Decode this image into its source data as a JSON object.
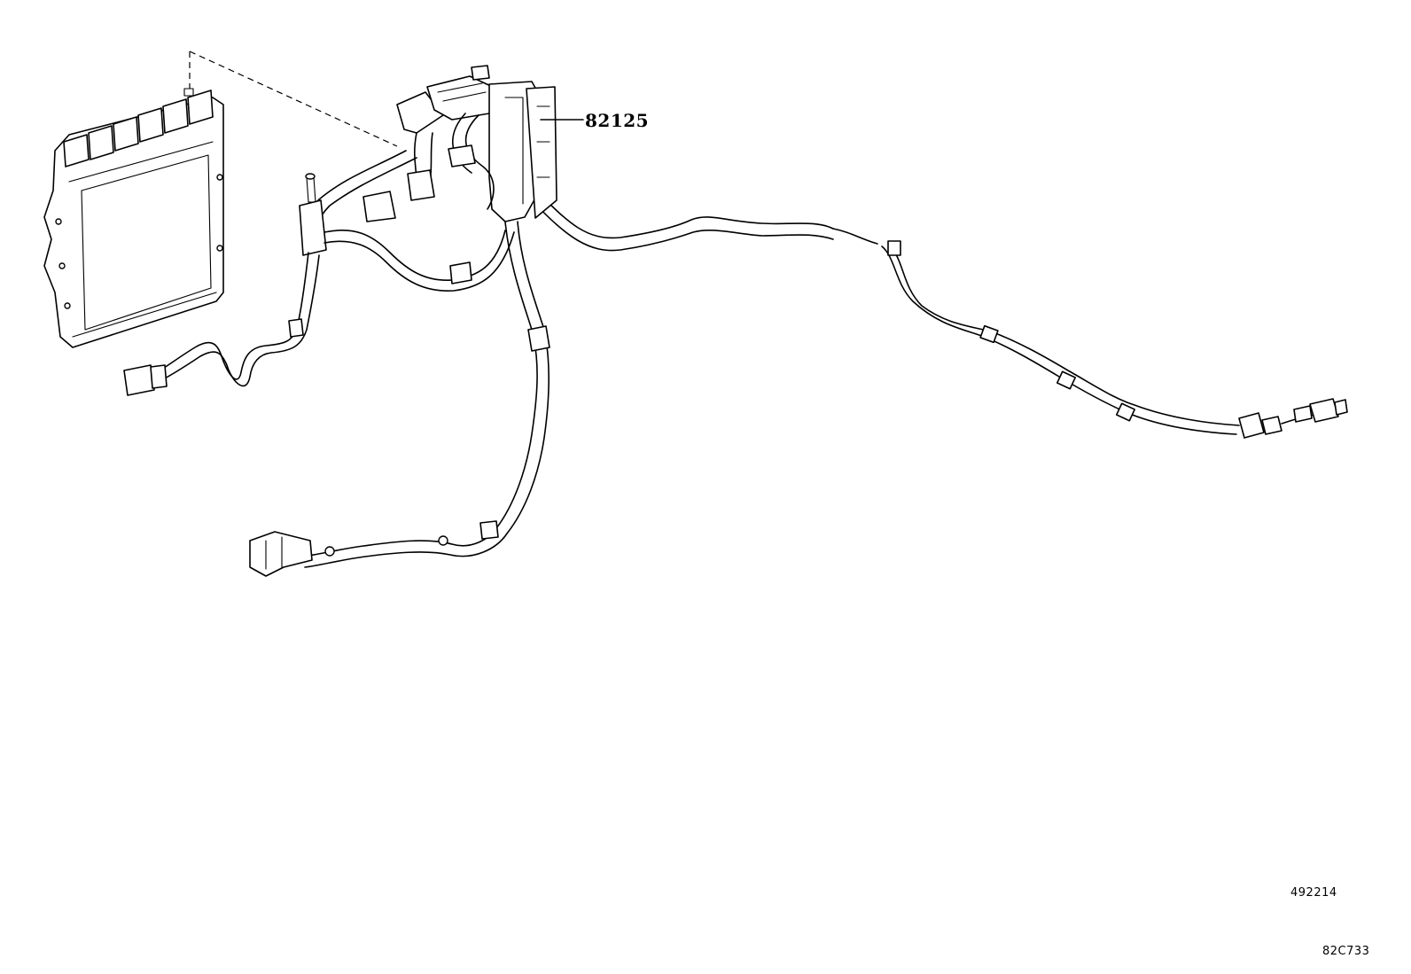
{
  "callouts": {
    "part_number": "82125"
  },
  "orientation_box": {
    "code": "492214"
  },
  "illustration_code": "82C733"
}
